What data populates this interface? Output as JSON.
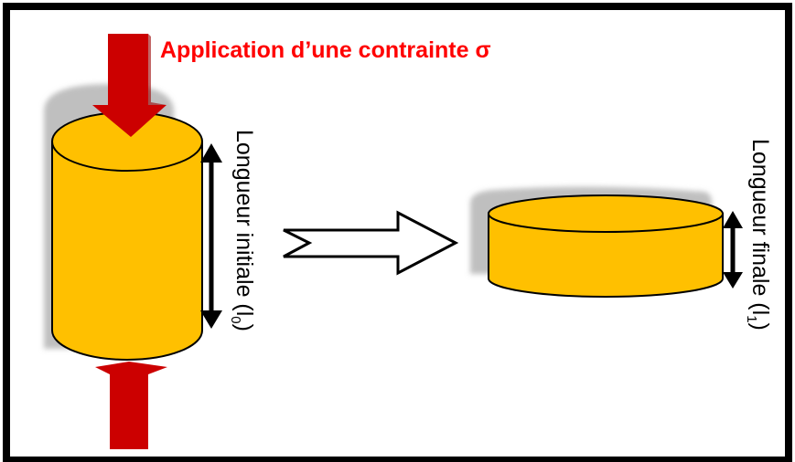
{
  "title": "Application d’une contrainte σ",
  "label_initial": {
    "text": "Longueur initiale (l",
    "subscript": "0",
    "close": ")"
  },
  "label_final": {
    "text": "Longueur finale (l",
    "subscript": "1",
    "close": ")"
  },
  "colors": {
    "frame": "#000000",
    "arrow_red": "#cc0000",
    "title_red": "#ff0000",
    "cylinder_fill": "#ffc000",
    "cylinder_stroke": "#000000",
    "shadow": "#bfbfbf"
  },
  "icons": {
    "force_arrow_top": "down-arrow",
    "force_arrow_bottom": "up-arrow",
    "transition_arrow": "right-block-arrow",
    "length_arrow": "double-headed-vertical-arrow"
  }
}
